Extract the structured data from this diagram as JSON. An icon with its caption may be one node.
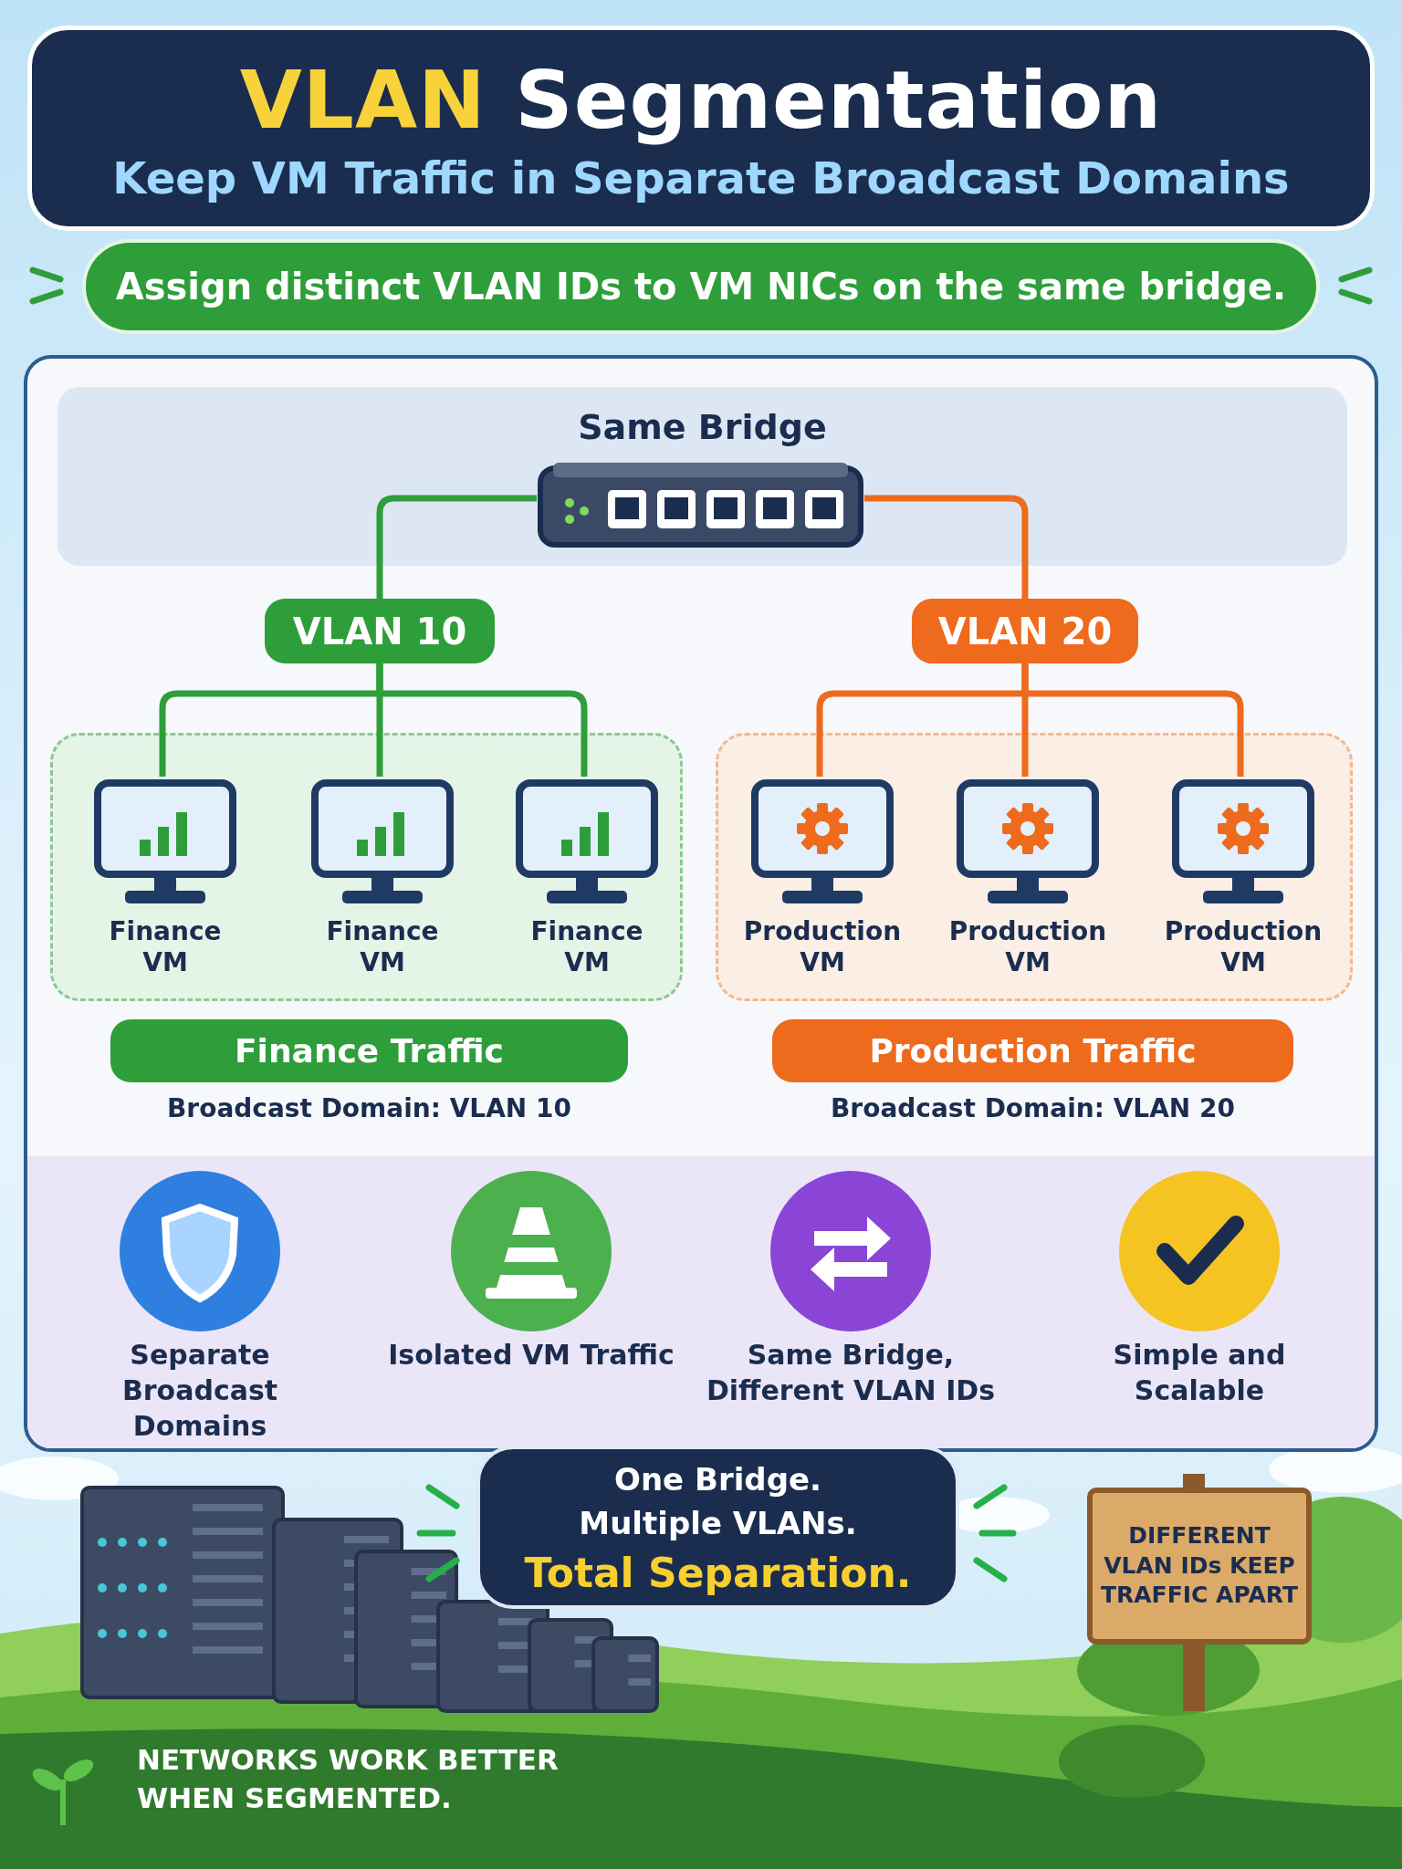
{
  "diagram": {
    "nodes": [
      {
        "text": [
          "VLAN Segmentation",
          "Keep VM Traffic in Separate Broadcast Domains"
        ]
      },
      {
        "text": [
          "Assign distinct VLAN IDs to VM NICs on the same bridge."
        ]
      },
      {
        "text": [
          "Same Bridge"
        ]
      },
      {
        "text": [],
        "shape": "picture",
        "in": 2
      },
      {
        "text": [
          "VLAN 10"
        ]
      },
      {
        "text": [
          "VLAN 20"
        ]
      },
      {
        "text": [],
        "shape": "box"
      },
      {
        "text": [
          "Finance VM"
        ],
        "in": 6
      },
      {
        "text": [
          "Finance VM"
        ],
        "in": 6
      },
      {
        "text": [
          "Finance VM"
        ],
        "in": 6
      },
      {
        "text": [],
        "shape": "box"
      },
      {
        "text": [
          "Production VM"
        ],
        "in": 10
      },
      {
        "text": [
          "Production VM"
        ],
        "in": 10
      },
      {
        "text": [
          "Production VM"
        ],
        "in": 10
      },
      {
        "text": [
          "Finance Traffic"
        ],
        "beside": [
          "Broadcast Domain: VLAN 10"
        ]
      },
      {
        "text": [
          "Production Traffic"
        ],
        "beside": [
          "Broadcast Domain: VLAN 20"
        ]
      },
      {
        "text": [
          "One Bridge. Multiple VLANs.",
          "Total Separation."
        ]
      },
      {
        "text": [
          "DIFFERENT VLAN IDs KEEP TRAFFIC APART"
        ]
      }
    ],
    "edges": [
      {
        "from": 3,
        "to": 4,
        "arrow": "none",
        "color": "#2e9e3a"
      },
      {
        "from": 3,
        "to": 5,
        "arrow": "none",
        "color": "#ee6a1c"
      },
      {
        "from": 4,
        "to": 7,
        "arrow": "none",
        "color": "#2e9e3a"
      },
      {
        "from": 4,
        "to": 8,
        "arrow": "none",
        "color": "#2e9e3a"
      },
      {
        "from": 4,
        "to": 9,
        "arrow": "none",
        "color": "#2e9e3a"
      },
      {
        "from": 5,
        "to": 11,
        "arrow": "none",
        "color": "#ee6a1c"
      },
      {
        "from": 5,
        "to": 12,
        "arrow": "none",
        "color": "#ee6a1c"
      },
      {
        "from": 5,
        "to": 13,
        "arrow": "none",
        "color": "#ee6a1c"
      }
    ],
    "labels": [
      "Separate Broadcast Domains",
      "Isolated VM Traffic",
      "Same Bridge, Different VLAN IDs",
      "Simple and Scalable",
      "NETWORKS WORK BETTER WHEN SEGMENTED."
    ]
  }
}
